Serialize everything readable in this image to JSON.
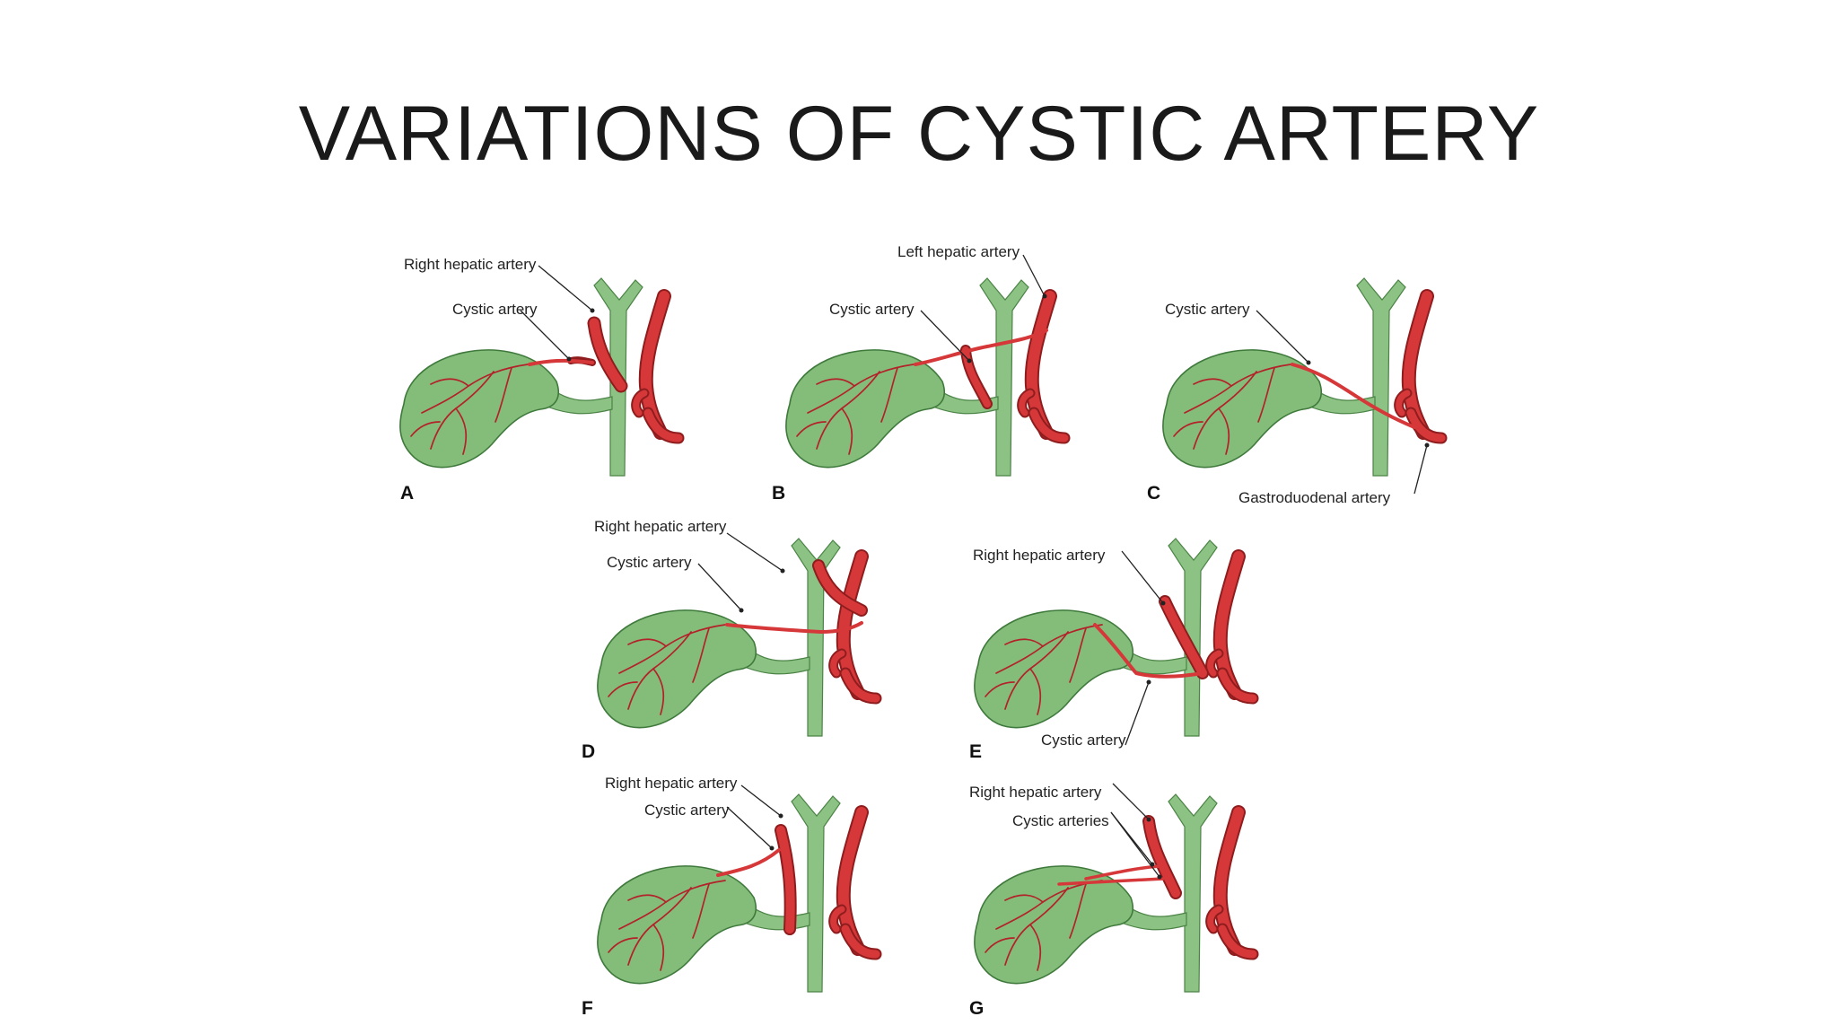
{
  "title": "VARIATIONS OF CYSTIC ARTERY",
  "panels": {
    "A": {
      "letter": "A",
      "labels": [
        "Right hepatic artery",
        "Cystic artery"
      ]
    },
    "B": {
      "letter": "B",
      "labels": [
        "Left hepatic artery",
        "Cystic artery"
      ]
    },
    "C": {
      "letter": "C",
      "labels": [
        "Cystic artery",
        "Gastroduodenal artery"
      ]
    },
    "D": {
      "letter": "D",
      "labels": [
        "Right hepatic artery",
        "Cystic artery"
      ]
    },
    "E": {
      "letter": "E",
      "labels": [
        "Right hepatic artery",
        "Cystic artery"
      ]
    },
    "F": {
      "letter": "F",
      "labels": [
        "Right hepatic artery",
        "Cystic artery"
      ]
    },
    "G": {
      "letter": "G",
      "labels": [
        "Right hepatic artery",
        "Cystic arteries"
      ]
    }
  },
  "colors": {
    "gallbladder": "#84bd7a",
    "duct": "#8cc283",
    "artery": "#d6383a",
    "branch": "#b3222a"
  }
}
